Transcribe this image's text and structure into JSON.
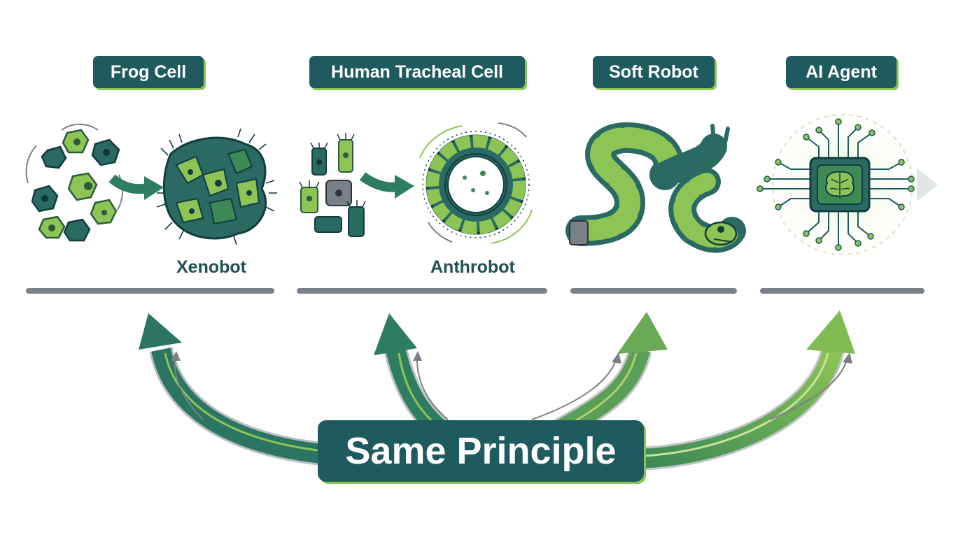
{
  "stages": [
    {
      "label": "Frog Cell",
      "caption": "Xenobot"
    },
    {
      "label": "Human Tracheal Cell",
      "caption": "Anthrobot"
    },
    {
      "label": "Soft Robot",
      "caption": ""
    },
    {
      "label": "AI Agent",
      "caption": ""
    }
  ],
  "center": {
    "label": "Same Principle"
  },
  "colors": {
    "dark_teal": "#1f5a5e",
    "green": "#8cc455",
    "light_green": "#a9d46a",
    "gray": "#7a8087"
  },
  "icons": [
    "frog-cell-cluster-icon",
    "xenobot-icon",
    "tracheal-cells-icon",
    "anthrobot-icon",
    "soft-robot-worm-icon",
    "ai-chip-brain-icon"
  ]
}
